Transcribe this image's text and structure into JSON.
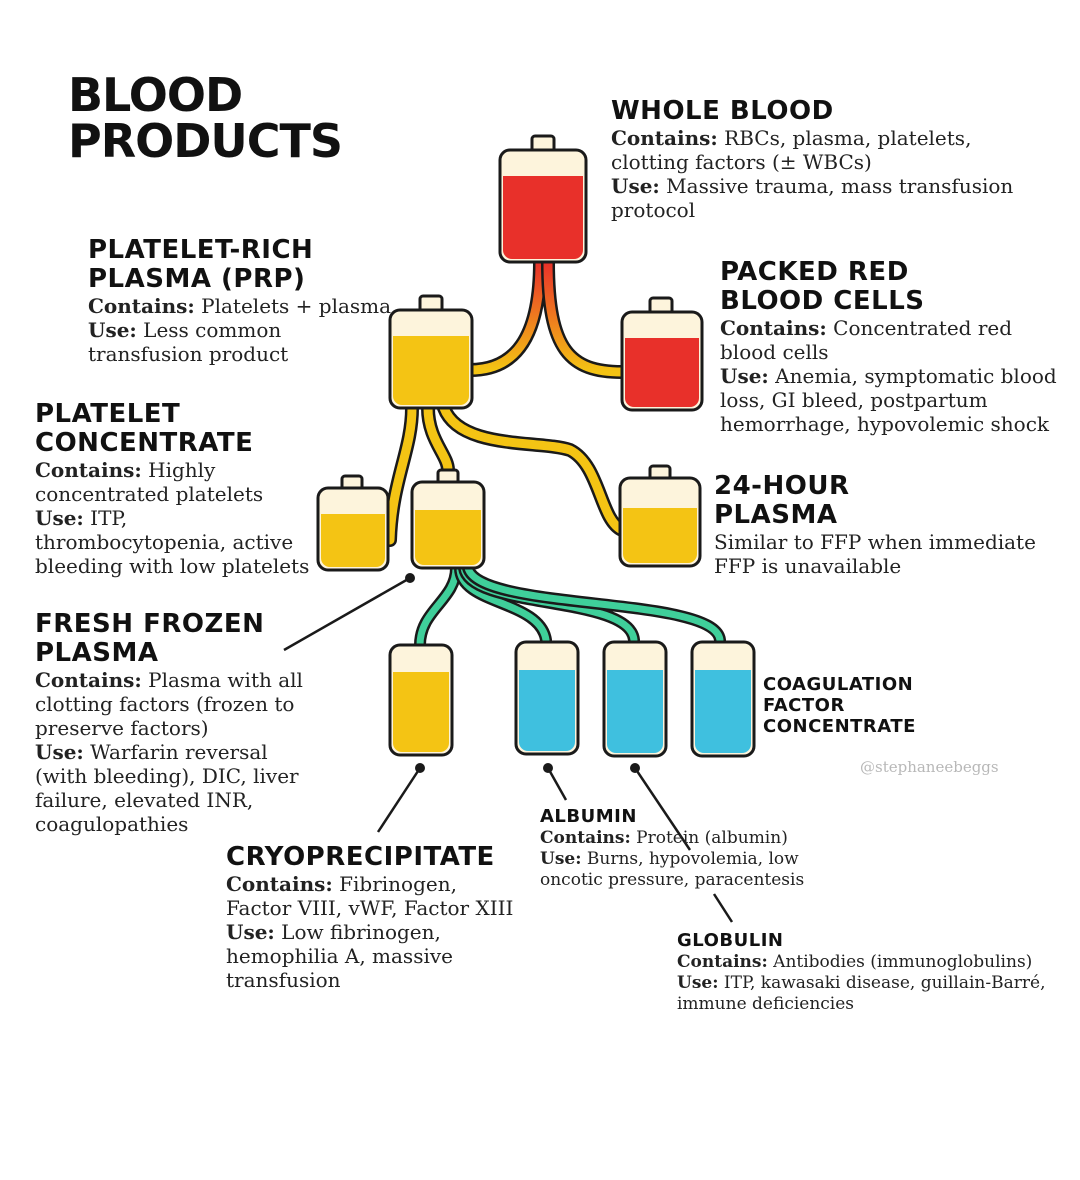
{
  "title": {
    "line1": "BLOOD",
    "line2": "PRODUCTS"
  },
  "colors": {
    "red": "#e8302a",
    "yellow": "#f4c414",
    "blue": "#3fc0df",
    "green_tube": "#3fcf9a",
    "cap": "#fdf4dc",
    "outline": "#1a1a1a"
  },
  "icons": {
    "bag": "blood-bag-icon",
    "tube": "tubing-line",
    "pointer": "pointer-line"
  },
  "products": {
    "whole_blood": {
      "heading": "WHOLE BLOOD",
      "contains_label": "Contains:",
      "contains_l1": "RBCs, plasma, platelets,",
      "contains_l2": "clotting factors (± WBCs)",
      "use_label": "Use:",
      "use_l1": "Massive trauma, mass transfusion",
      "use_l2": "protocol"
    },
    "prp": {
      "heading_l1": "PLATELET-RICH",
      "heading_l2": "PLASMA (PRP)",
      "contains_label": "Contains:",
      "contains_l1": "Platelets + plasma",
      "use_label": "Use:",
      "use_l1": "Less common",
      "use_l2": "transfusion product"
    },
    "prbc": {
      "heading_l1": "PACKED RED",
      "heading_l2": "BLOOD CELLS",
      "contains_label": "Contains:",
      "contains_l1": "Concentrated red",
      "contains_l2": "blood cells",
      "use_label": "Use:",
      "use_l1": "Anemia, symptomatic blood",
      "use_l2": "loss, GI bleed, postpartum",
      "use_l3": "hemorrhage, hypovolemic shock"
    },
    "platelet_conc": {
      "heading_l1": "PLATELET",
      "heading_l2": "CONCENTRATE",
      "contains_label": "Contains:",
      "contains_l1": "Highly",
      "contains_l2": "concentrated platelets",
      "use_label": "Use:",
      "use_l1": "ITP,",
      "use_l2": "thrombocytopenia, active",
      "use_l3": "bleeding with low platelets"
    },
    "plasma24": {
      "heading_l1": "24-HOUR",
      "heading_l2": "PLASMA",
      "desc_l1": "Similar to FFP when immediate",
      "desc_l2": "FFP is unavailable"
    },
    "ffp": {
      "heading_l1": "FRESH FROZEN",
      "heading_l2": "PLASMA",
      "contains_label": "Contains:",
      "contains_l1": "Plasma with all",
      "contains_l2": "clotting factors (frozen to",
      "contains_l3": "preserve factors)",
      "use_label": "Use:",
      "use_l1": "Warfarin reversal",
      "use_l2": "(with bleeding), DIC, liver",
      "use_l3": "failure, elevated INR,",
      "use_l4": "coagulopathies"
    },
    "coag": {
      "heading_l1": "COAGULATION",
      "heading_l2": "FACTOR",
      "heading_l3": "CONCENTRATE"
    },
    "cryo": {
      "heading": "CRYOPRECIPITATE",
      "contains_label": "Contains:",
      "contains_l1": "Fibrinogen,",
      "contains_l2": "Factor VIII, vWF, Factor XIII",
      "use_label": "Use:",
      "use_l1": "Low fibrinogen,",
      "use_l2": "hemophilia A, massive",
      "use_l3": "transfusion"
    },
    "albumin": {
      "heading": "ALBUMIN",
      "contains_label": "Contains:",
      "contains_l1": "Protein (albumin)",
      "use_label": "Use:",
      "use_l1": "Burns, hypovolemia, low",
      "use_l2": "oncotic pressure, paracentesis"
    },
    "globulin": {
      "heading": "GLOBULIN",
      "contains_label": "Contains:",
      "contains_l1": "Antibodies (immunoglobulins)",
      "use_label": "Use:",
      "use_l1": "ITP, kawasaki disease, guillain-Barré,",
      "use_l2": "immune deficiencies"
    }
  },
  "watermark": "@stephaneebeggs"
}
